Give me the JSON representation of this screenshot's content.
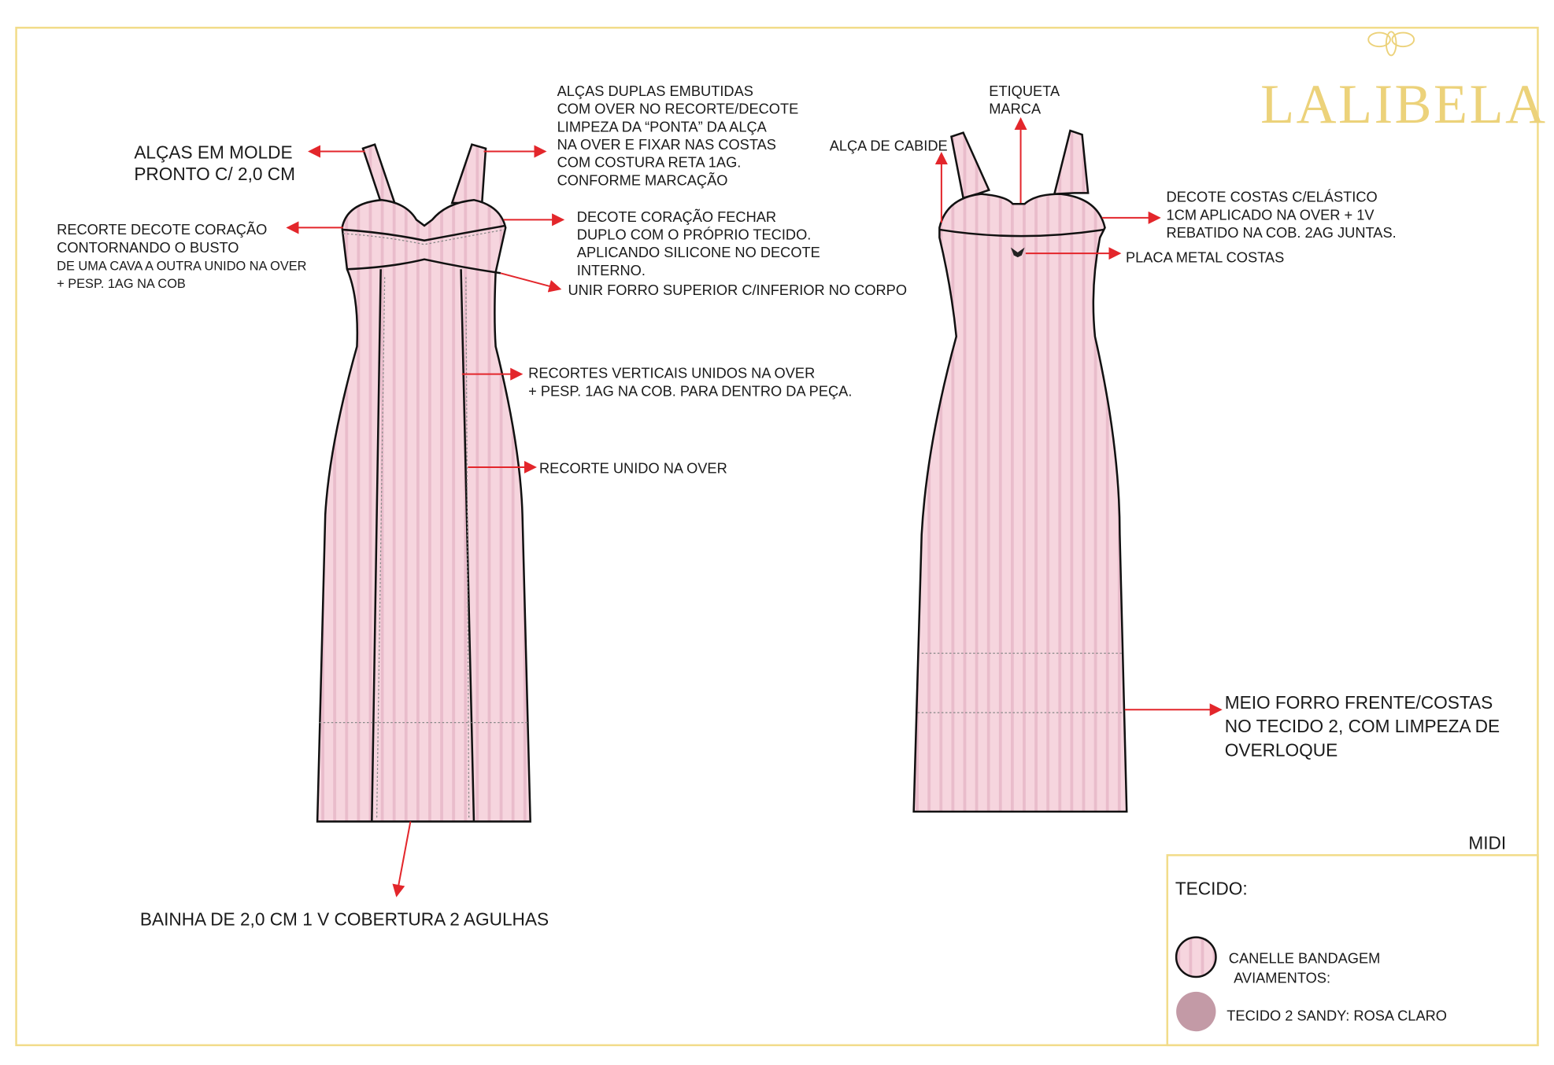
{
  "brand": {
    "logo_text": "LALIBELA"
  },
  "front": {
    "straps_note": [
      "ALÇAS EM MOLDE",
      "PRONTO C/ 2,0 CM"
    ],
    "double_straps_note": [
      "ALÇAS DUPLAS EMBUTIDAS",
      "COM OVER NO RECORTE/DECOTE",
      "LIMPEZA DA “PONTA” DA ALÇA",
      "NA OVER E FIXAR NAS COSTAS",
      "COM COSTURA RETA 1AG.",
      "CONFORME MARCAÇÃO"
    ],
    "heart_cut_note": [
      "RECORTE DECOTE CORAÇÃO",
      "CONTORNANDO O BUSTO",
      "DE UMA CAVA A OUTRA  UNIDO NA OVER",
      "+      PESP. 1AG  NA COB"
    ],
    "heart_neck_note": [
      "DECOTE CORAÇÃO FECHAR",
      "DUPLO COM O PRÓPRIO TECIDO.",
      "APLICANDO SILICONE NO DECOTE",
      "INTERNO."
    ],
    "lining_join_note": "UNIR FORRO SUPERIOR C/INFERIOR NO CORPO",
    "vertical_cuts_note": [
      "RECORTES VERTICAIS UNIDOS NA OVER",
      "+      PESP. 1AG  NA COB.  PARA DENTRO DA PEÇA."
    ],
    "cut_joined_note": "RECORTE UNIDO NA OVER",
    "hem_note": "BAINHA DE 2,0 CM 1 V COBERTURA 2 AGULHAS"
  },
  "back": {
    "label_note": [
      "ETIQUETA",
      "MARCA"
    ],
    "hanger_strap_note": "ALÇA DE CABIDE",
    "back_neck_note": [
      "DECOTE COSTAS C/ELÁSTICO",
      "1CM APLICADO NA OVER + 1V",
      "REBATIDO NA COB. 2AG JUNTAS."
    ],
    "metal_plate_note": "PLACA METAL COSTAS",
    "half_lining_note": [
      "MEIO FORRO FRENTE/COSTAS",
      "NO TECIDO 2, COM LIMPEZA DE",
      "OVERLOQUE"
    ]
  },
  "spec": {
    "length": "MIDI",
    "fabric_title": "TECIDO:",
    "fabric_1": "CANELLE BANDAGEM",
    "trims_label": "AVIAMENTOS:",
    "fabric_2": "TECIDO 2 SANDY: ROSA CLARO"
  },
  "colors": {
    "frame": "#f2dc8a",
    "fabric_pink": "#f5d3dd",
    "fabric_2": "#c39aa6",
    "arrow": "#e3262b"
  }
}
